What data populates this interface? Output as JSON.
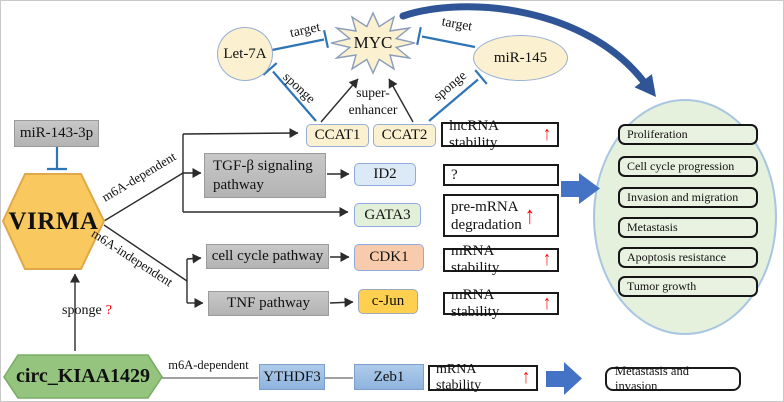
{
  "palette": {
    "accent_blue": "#4472C4",
    "inhibit_blue": "#2E75B6",
    "curved_arrow_blue": "#2F5597",
    "up_arrow_red": "#FF0000",
    "virma_gold": "#F9C95F",
    "circ_green": "#94C47E",
    "ellipse_green": "#E5F0DD"
  },
  "regulators": {
    "mir143": "miR-143-3p",
    "let7a": "Let-7A",
    "myc": "MYC",
    "mir145": "miR-145"
  },
  "hubs": {
    "virma": "VIRMA",
    "circ": "circ_KIAA1429"
  },
  "edge_labels": {
    "target_left": "target",
    "target_right": "target",
    "sponge_left": "sponge",
    "sponge_right": "sponge",
    "super_enhancer_1": "super-",
    "super_enhancer_2": "enhancer",
    "m6a_dependent": "m6A-dependent",
    "m6a_independent": "m6A-independent",
    "sponge_question": "sponge",
    "question_mark": "?",
    "m6a_dependent_bottom": "m6A-dependent"
  },
  "pathways": {
    "tgf": "TGF-β signaling pathway",
    "cell_cycle": "cell cycle pathway",
    "tnf": "TNF pathway"
  },
  "targets": {
    "ccat1": "CCAT1",
    "ccat2": "CCAT2",
    "id2": "ID2",
    "gata3": "GATA3",
    "cdk1": "CDK1",
    "cjun": "c-Jun",
    "ythdf3": "YTHDF3",
    "zeb1": "Zeb1"
  },
  "mechanisms": {
    "lncrna": "lncRNA stability",
    "unknown": "?",
    "pre_mrna_line1": "pre-mRNA",
    "pre_mrna_line2": "degradation",
    "mrna_cdk1": "mRNA stability",
    "mrna_cjun": "mRNA stability",
    "mrna_zeb1": "mRNA stability",
    "up_arrow": "↑"
  },
  "effects": [
    "Proliferation",
    "Cell cycle progression",
    "Invasion and migration",
    "Metastasis",
    "Apoptosis resistance",
    "Tumor growth"
  ],
  "bottom_effect": "Metastasis and invasion"
}
